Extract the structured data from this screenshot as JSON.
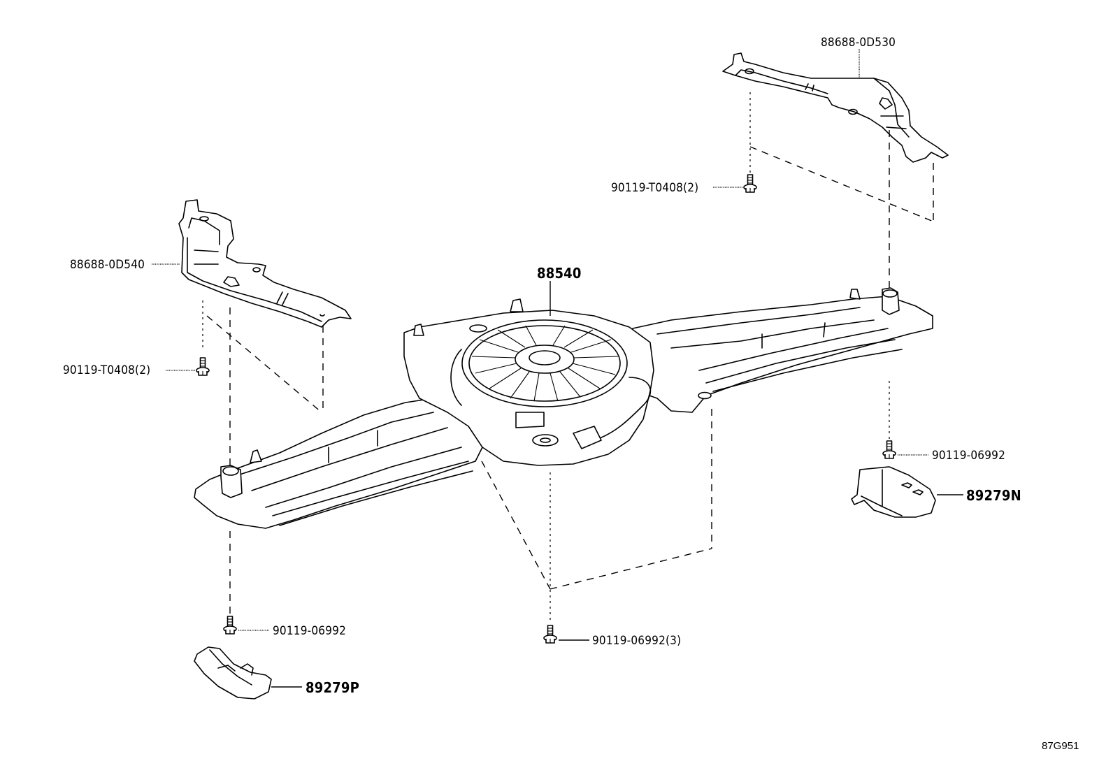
{
  "diagram": {
    "title": "Spare wheel carrier / speaker assembly parts diagram",
    "reference_code": "87G951",
    "parts": [
      {
        "id": "bracket-right",
        "part_number": "88688-0D530",
        "description": "bracket (right)"
      },
      {
        "id": "bolt-upper-right",
        "part_number": "90119-T0408(2)",
        "description": "bolt, qty 2"
      },
      {
        "id": "bracket-left",
        "part_number": "88688-0D540",
        "description": "bracket (left)"
      },
      {
        "id": "bolt-upper-left",
        "part_number": "90119-T0408(2)",
        "description": "bolt, qty 2"
      },
      {
        "id": "main-assembly",
        "part_number": "88540",
        "description": "main assembly"
      },
      {
        "id": "bolt-right",
        "part_number": "90119-06992",
        "description": "bolt"
      },
      {
        "id": "cover-right",
        "part_number": "89279N",
        "description": "cover (right)"
      },
      {
        "id": "bolt-left",
        "part_number": "90119-06992",
        "description": "bolt"
      },
      {
        "id": "cover-left",
        "part_number": "89279P",
        "description": "cover (left)"
      },
      {
        "id": "bolt-center",
        "part_number": "90119-06992(3)",
        "description": "bolt, qty 3"
      }
    ]
  }
}
